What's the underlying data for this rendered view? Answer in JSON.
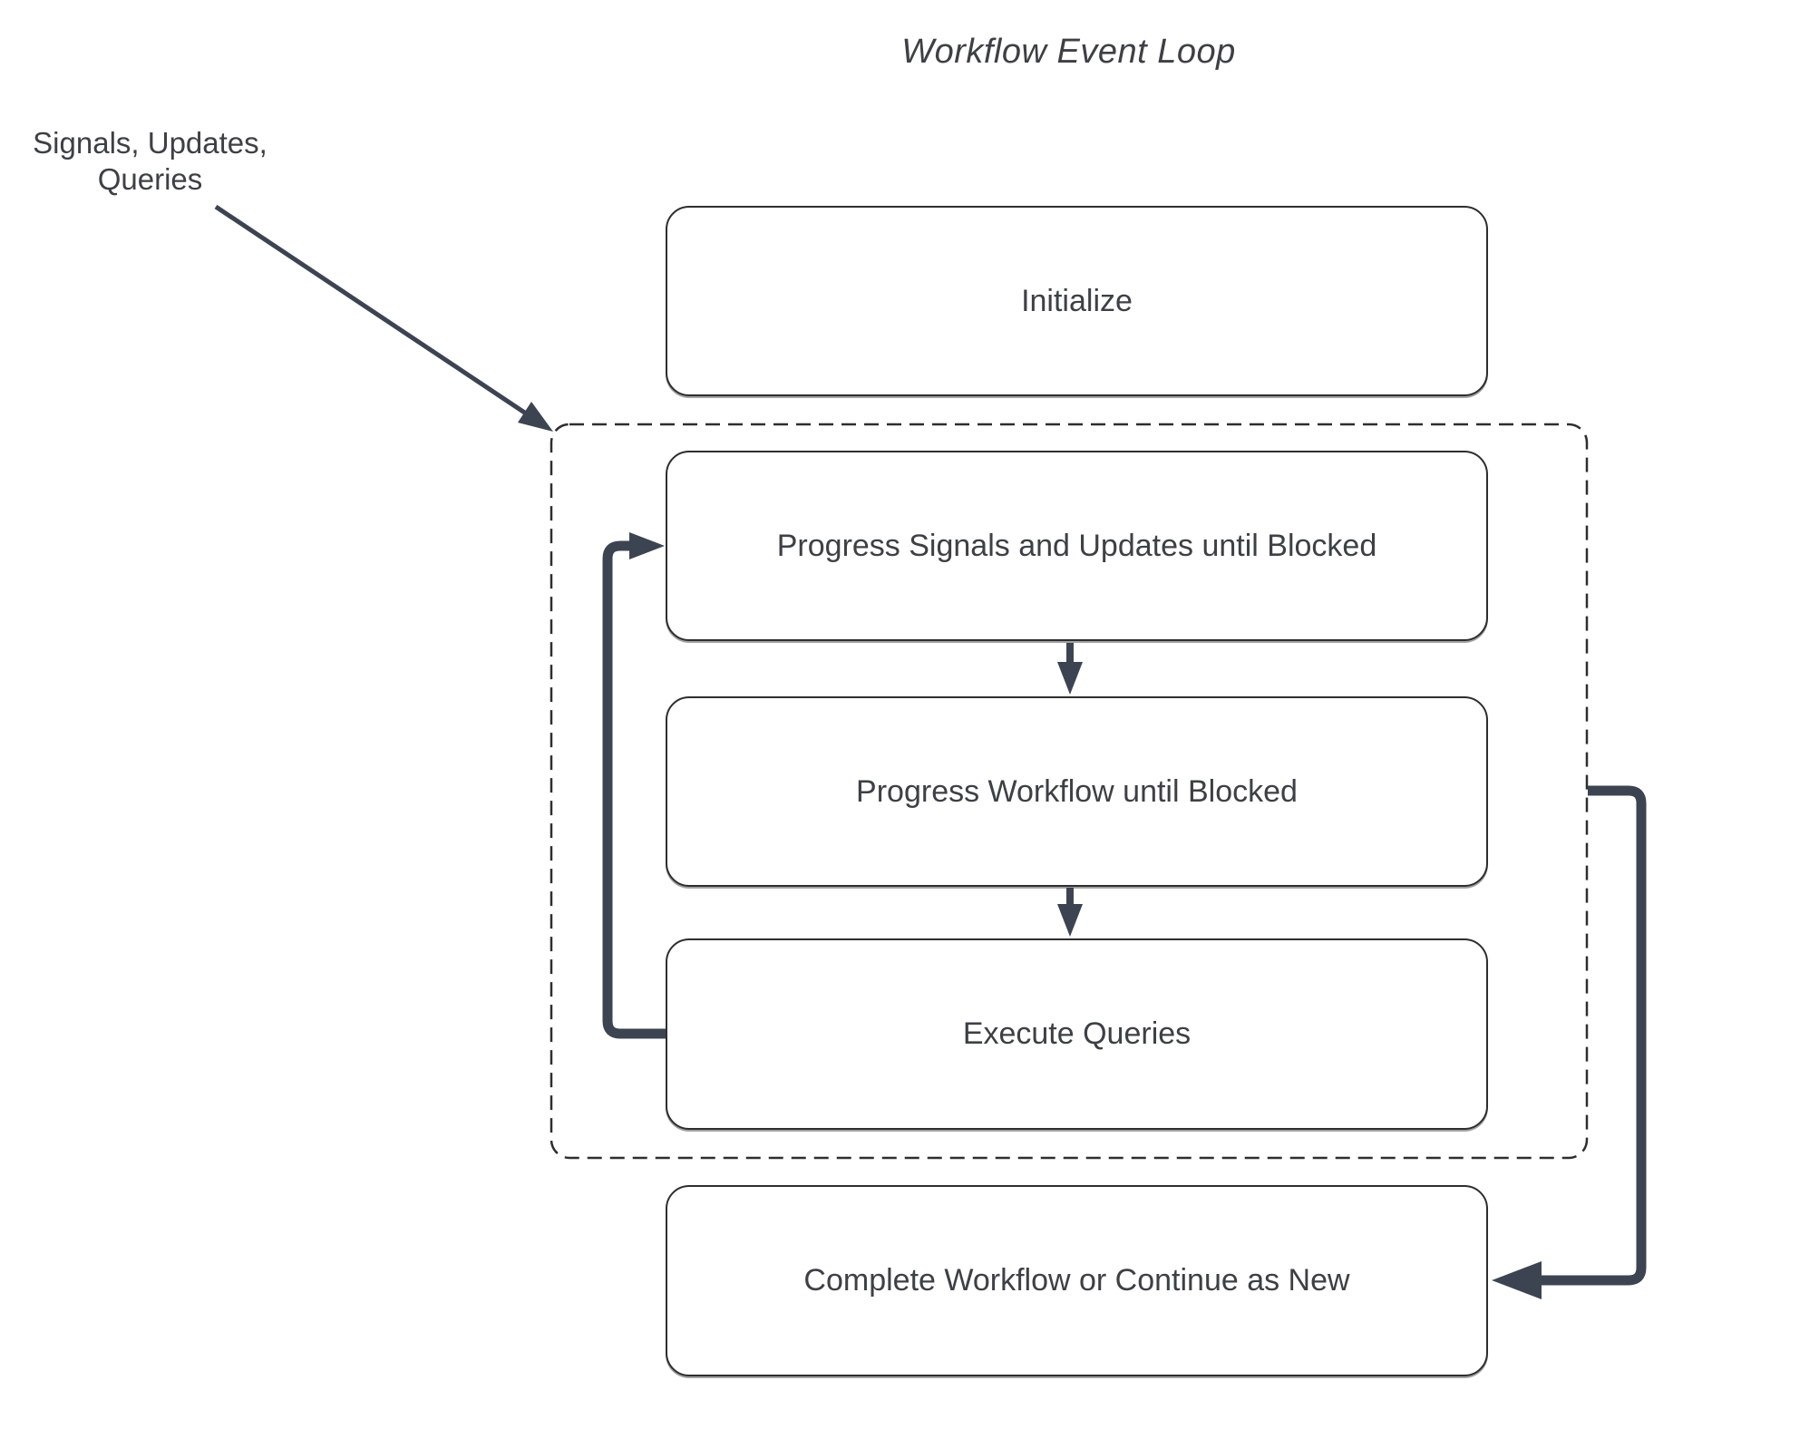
{
  "diagram": {
    "title": "Workflow Event Loop",
    "side_label": {
      "line1": "Signals, Updates,",
      "line2": "Queries"
    },
    "nodes": {
      "initialize": "Initialize",
      "progress_signals": "Progress Signals and Updates until Blocked",
      "progress_workflow": "Progress Workflow until Blocked",
      "execute_queries": "Execute Queries",
      "complete": "Complete Workflow or Continue as New"
    },
    "container": {
      "name": "workflow-event-loop-container",
      "border_style": "dashed"
    },
    "colors": {
      "arrow": "#3d4451",
      "border": "#2e2e2e",
      "text": "#3d4045",
      "background": "#ffffff"
    }
  }
}
